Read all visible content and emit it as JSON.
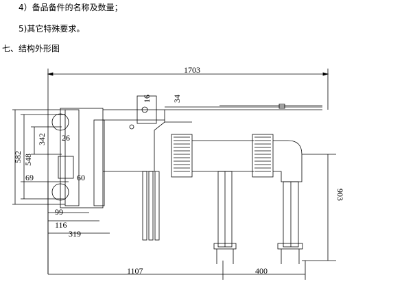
{
  "doc": {
    "line1": "4）备品备件的名称及数量；",
    "line2": "5)其它特殊要求。",
    "section_title": "七、结构外形图"
  },
  "dimensions": {
    "overall_width": "1703",
    "d16": "16",
    "d34": "34",
    "d342": "342",
    "d26": "26",
    "d548": "548",
    "d582": "582",
    "d69": "69",
    "d60": "60",
    "d99": "99",
    "d116": "116",
    "d319": "319",
    "d903": "903",
    "d1107": "1107",
    "d400": "400"
  }
}
